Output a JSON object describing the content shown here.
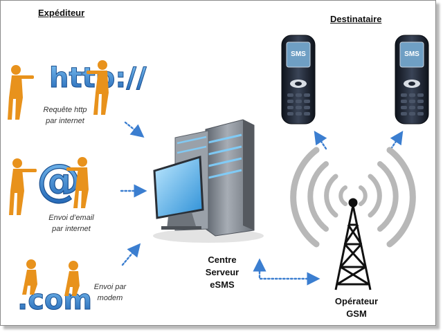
{
  "sender": {
    "heading": "Expéditeur",
    "http": {
      "logo": "http://",
      "caption_line1": "Requête http",
      "caption_line2": "par internet"
    },
    "email": {
      "logo": "@",
      "caption_line1": "Envoi d’email",
      "caption_line2": "par internet"
    },
    "modem": {
      "logo": ".com",
      "caption_line1": "Envoi par",
      "caption_line2": "modem"
    }
  },
  "recipient": {
    "heading": "Destinataire",
    "phone_screen_text": "SMS"
  },
  "server": {
    "line1": "Centre",
    "line2": "Serveur",
    "line3": "eSMS"
  },
  "operator": {
    "line1": "Opérateur",
    "line2": "GSM"
  },
  "colors": {
    "figure_orange": "#e8921c",
    "logo_blue": "#2f7fd0",
    "arrow_blue": "#3b7ed0",
    "server_gray": "#8c939b",
    "server_glow": "#7ed0ff",
    "tower_black": "#111111",
    "wave_gray": "#b8b8b8",
    "phone_dark": "#1f2633",
    "phone_screen": "#6f9fc4"
  },
  "icons": [
    "person-figure",
    "http-logo",
    "at-sign-logo",
    "dotcom-logo",
    "server-icon",
    "monitor-icon",
    "mobile-phone-icon",
    "antenna-tower-icon",
    "signal-waves"
  ]
}
